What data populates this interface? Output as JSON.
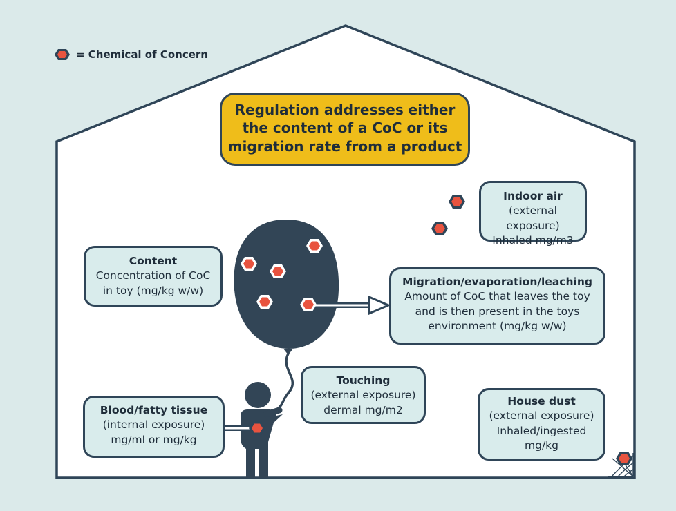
{
  "colors": {
    "background": "#dbeaea",
    "house_fill": "#ffffff",
    "outline": "#2f4558",
    "box_fill": "#d9ecec",
    "headline_fill": "#efbd1a",
    "chemical_fill": "#e8533f",
    "balloon_fill": "#324556"
  },
  "legend": {
    "label": "= Chemical of Concern",
    "icon": "chemical-hexagon-icon"
  },
  "headline": {
    "lines": [
      "Regulation addresses either",
      "the content of a CoC or its",
      "migration rate from a product"
    ]
  },
  "boxes": {
    "indoor_air": {
      "title": "Indoor air",
      "lines": [
        "(external exposure)",
        "Inhaled mg/m3"
      ]
    },
    "content": {
      "title": "Content",
      "lines": [
        "Concentration of CoC",
        "in toy (mg/kg w/w)"
      ]
    },
    "migration": {
      "title": "Migration/evaporation/leaching",
      "lines": [
        "Amount of CoC that leaves the toy",
        "and is then present in the toys",
        "environment (mg/kg w/w)"
      ]
    },
    "touching": {
      "title": "Touching",
      "lines": [
        "(external exposure)",
        "dermal mg/m2"
      ]
    },
    "blood": {
      "title": "Blood/fatty tissue",
      "lines": [
        "(internal exposure)",
        "mg/ml or mg/kg"
      ]
    },
    "house_dust": {
      "title": "House dust",
      "lines": [
        "(external exposure)",
        "Inhaled/ingested",
        "mg/kg"
      ]
    }
  },
  "icons": [
    "chemical-hexagon-icon",
    "balloon-icon",
    "child-figure-icon",
    "spider-web-icon",
    "arrow-right-icon"
  ]
}
